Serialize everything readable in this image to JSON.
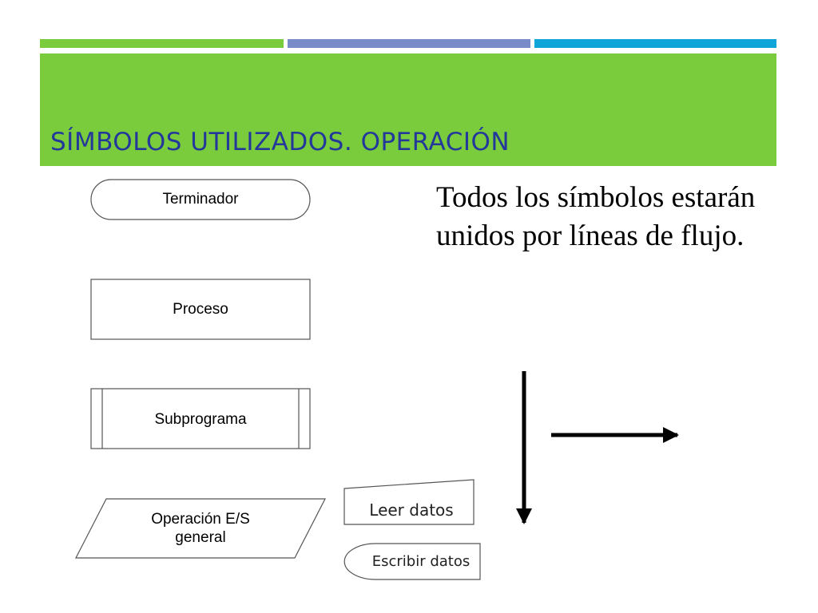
{
  "colors": {
    "accent_green": "#7acc3d",
    "accent_blue_gray": "#7a8bc9",
    "accent_cyan": "#0fa5d8",
    "title_blue": "#23389a"
  },
  "slide": {
    "title": "SÍMBOLOS UTILIZADOS. OPERACIÓN",
    "body_text": "Todos los símbolos estarán unidos por líneas de flujo."
  },
  "symbols": {
    "terminator": "Terminador",
    "process": "Proceso",
    "subprogram": "Subprograma",
    "io_general_line1": "Operación E/S",
    "io_general_line2": "general",
    "read_data": "Leer datos",
    "write_data": "Escribir datos"
  },
  "flow_lines": [
    "down-arrow",
    "right-arrow"
  ]
}
